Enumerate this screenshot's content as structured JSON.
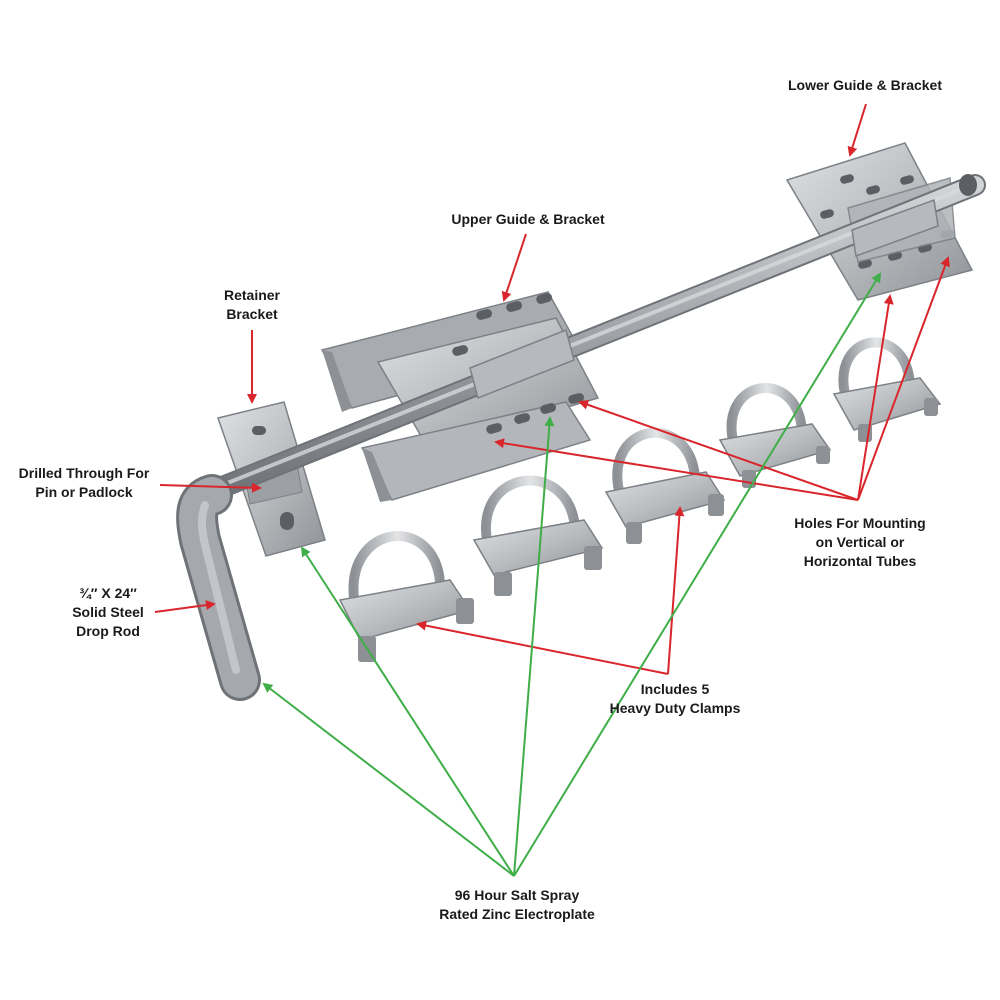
{
  "labels": {
    "lower_guide": [
      "Lower Guide & Bracket"
    ],
    "upper_guide": [
      "Upper Guide & Bracket"
    ],
    "retainer": [
      "Retainer",
      "Bracket"
    ],
    "drilled": [
      "Drilled Through For",
      "Pin or Padlock"
    ],
    "drop_rod": [
      "¾″ X 24″",
      "Solid Steel",
      "Drop Rod"
    ],
    "holes": [
      "Holes For Mounting",
      "on Vertical or",
      "Horizontal Tubes"
    ],
    "clamps": [
      "Includes 5",
      "Heavy Duty Clamps"
    ],
    "zinc": [
      "96 Hour Salt Spray",
      "Rated Zinc Electroplate"
    ]
  },
  "colors": {
    "red_arrow": "#d9262c",
    "green_arrow": "#3fae49",
    "steel": "#a9adb1",
    "steel_dark": "#7d8185",
    "zinc": "#c6c9cc"
  }
}
